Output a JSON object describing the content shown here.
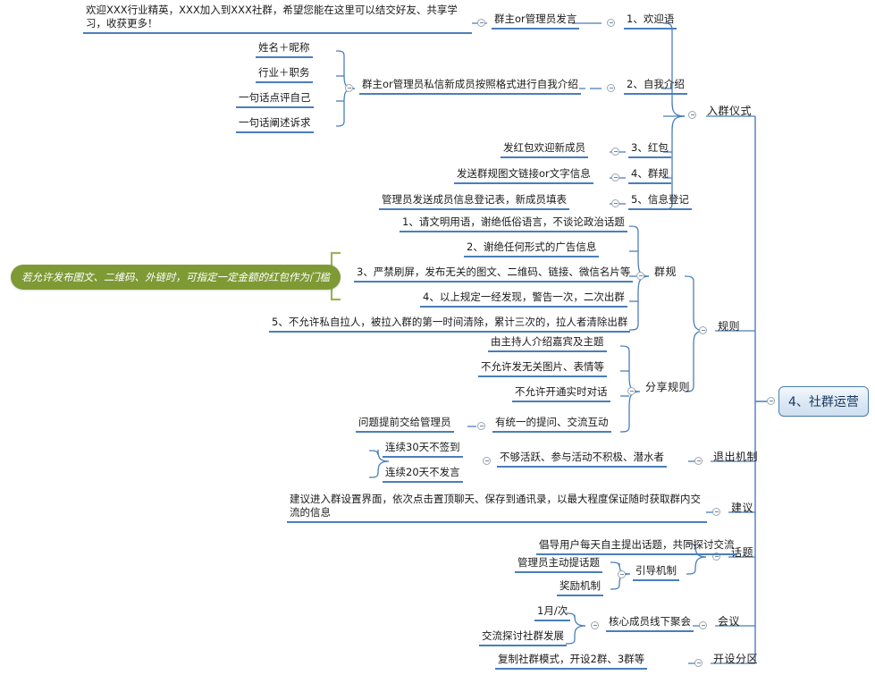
{
  "mindmap": {
    "root": {
      "label": "4、社群运营"
    },
    "callout": {
      "label": "若允许发布图文、二维码、外链时，可指定一定金额的红包作为门槛"
    },
    "branches": [
      {
        "label": "入群仪式",
        "children": [
          {
            "label": "1、欢迎语",
            "children": [
              {
                "label": "群主or管理员发言",
                "children": [
                  {
                    "label": "欢迎XXX行业精英，XXX加入到XXX社群，希望您能在这里可以结交好友、共享学习，收获更多！"
                  }
                ]
              }
            ]
          },
          {
            "label": "2、自我介绍",
            "children": [
              {
                "label": "群主or管理员私信新成员按照格式进行自我介绍",
                "children": [
                  {
                    "label": "姓名＋昵称"
                  },
                  {
                    "label": "行业＋职务"
                  },
                  {
                    "label": "一句话点评自己"
                  },
                  {
                    "label": "一句话阐述诉求"
                  }
                ]
              }
            ]
          },
          {
            "label": "3、红包",
            "children": [
              {
                "label": "发红包欢迎新成员"
              }
            ]
          },
          {
            "label": "4、群规",
            "children": [
              {
                "label": "发送群规图文链接or文字信息"
              }
            ]
          },
          {
            "label": "5、信息登记",
            "children": [
              {
                "label": "管理员发送成员信息登记表，新成员填表"
              }
            ]
          }
        ]
      },
      {
        "label": "规则",
        "children": [
          {
            "label": "群规",
            "children": [
              {
                "label": "1、请文明用语，谢绝低俗语言，不谈论政治话题"
              },
              {
                "label": "2、谢绝任何形式的广告信息"
              },
              {
                "label": "3、严禁刷屏，发布无关的图文、二维码、链接、微信名片等"
              },
              {
                "label": "4、以上规定一经发现，警告一次，二次出群"
              },
              {
                "label": "5、不允许私自拉人，被拉入群的第一时间清除，累计三次的，拉人者清除出群"
              }
            ]
          },
          {
            "label": "分享规则",
            "children": [
              {
                "label": "由主持人介绍嘉宾及主题"
              },
              {
                "label": "不允许发无关图片、表情等"
              },
              {
                "label": "不允许开通实时对话"
              },
              {
                "label": "有统一的提问、交流互动",
                "children": [
                  {
                    "label": "问题提前交给管理员"
                  }
                ]
              }
            ]
          }
        ]
      },
      {
        "label": "退出机制",
        "children": [
          {
            "label": "不够活跃、参与活动不积极、潜水者",
            "children": [
              {
                "label": "连续30天不签到"
              },
              {
                "label": "连续20天不发言"
              }
            ]
          }
        ]
      },
      {
        "label": "建议",
        "children": [
          {
            "label": "建议进入群设置界面，依次点击置顶聊天、保存到通讯录，以最大程度保证随时获取群内交流的信息"
          }
        ]
      },
      {
        "label": "话题",
        "children": [
          {
            "label": "倡导用户每天自主提出话题，共同探讨交流"
          },
          {
            "label": "引导机制",
            "children": [
              {
                "label": "管理员主动提话题"
              },
              {
                "label": "奖励机制"
              }
            ]
          }
        ]
      },
      {
        "label": "会议",
        "children": [
          {
            "label": "核心成员线下聚会",
            "children": [
              {
                "label": "1月/次"
              },
              {
                "label": "交流探讨社群发展"
              }
            ]
          }
        ]
      },
      {
        "label": "开设分区",
        "children": [
          {
            "label": "复制社群模式，开设2群、3群等"
          }
        ]
      }
    ]
  },
  "style": {
    "line_color": "#4a7ebb",
    "spine_color": "#5a86bf",
    "root_border": "#4a7ebb",
    "callout_bg": "#7e9a35",
    "text_color": "#1a1a1a"
  }
}
